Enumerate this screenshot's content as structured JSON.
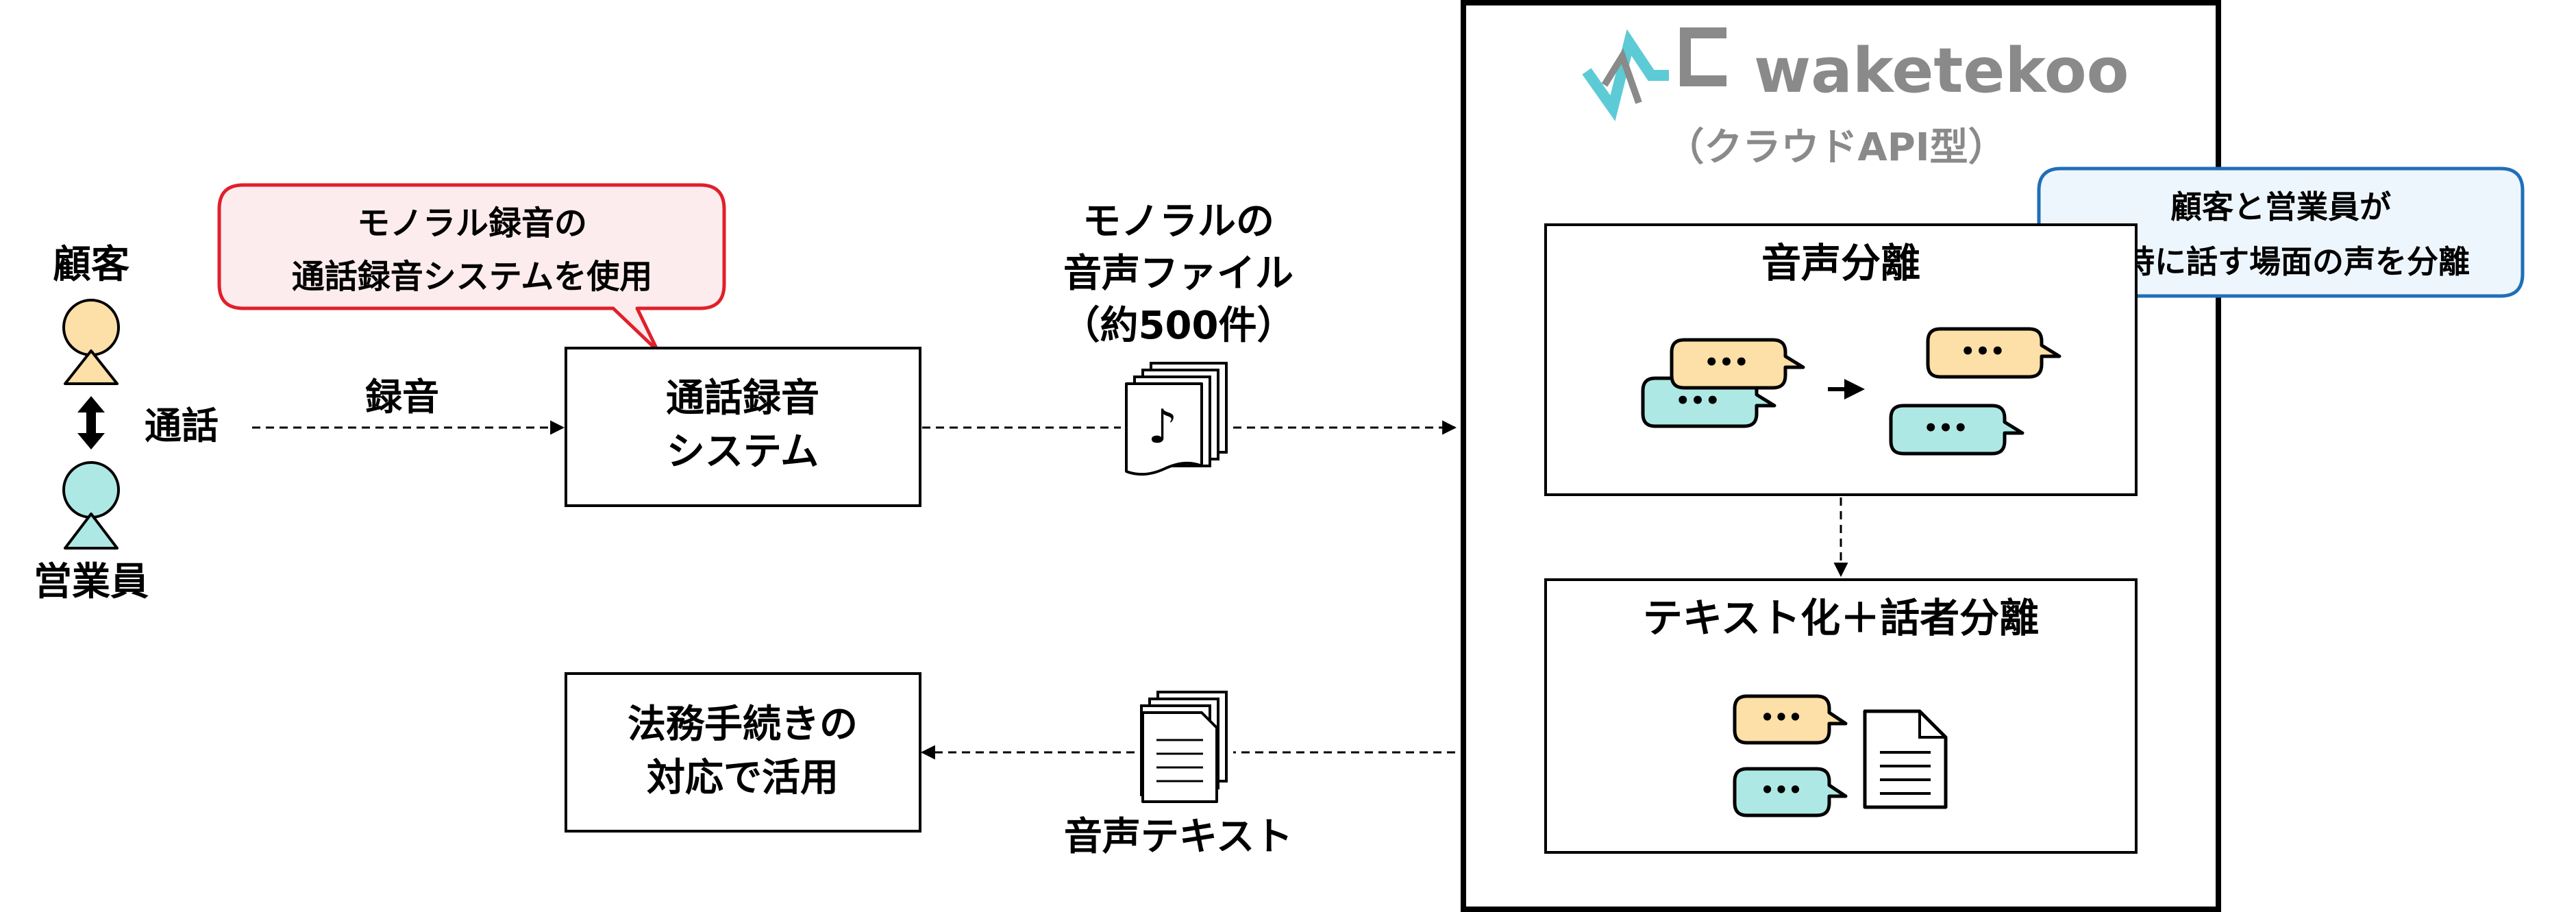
{
  "persons": {
    "customer": "顧客",
    "sales": "営業員",
    "call_label": "通話"
  },
  "record_label": "録音",
  "callout_red": [
    "モノラル録音の",
    "通話録音システムを使用"
  ],
  "recording_system": [
    "通話録音",
    "システム"
  ],
  "mono_file": {
    "lines": [
      "モノラルの",
      "音声ファイル",
      "（約500件）"
    ],
    "icon_glyph": "♪"
  },
  "legal_box": [
    "法務手続きの",
    "対応で活用"
  ],
  "audio_text_label": "音声テキスト",
  "cloud": {
    "logo_text": "waketekoo",
    "subtitle": "（クラウドAPI型）",
    "separation_title": "音声分離",
    "transcribe_title": "テキスト化＋話者分離",
    "bubble_dots": "•••"
  },
  "callout_blue": [
    "顧客と営業員が",
    "同時に話す場面の声を分離"
  ],
  "colors": {
    "customer_fill": "#fddfa8",
    "sales_fill": "#aee8e5",
    "red_callout_border": "#e0202a",
    "red_callout_fill": "#fdecee",
    "blue_callout_border": "#1f6fb8",
    "blue_callout_fill": "#eef6fd",
    "logo_teal": "#5dcbd6",
    "logo_gray": "#8a8a8a"
  }
}
